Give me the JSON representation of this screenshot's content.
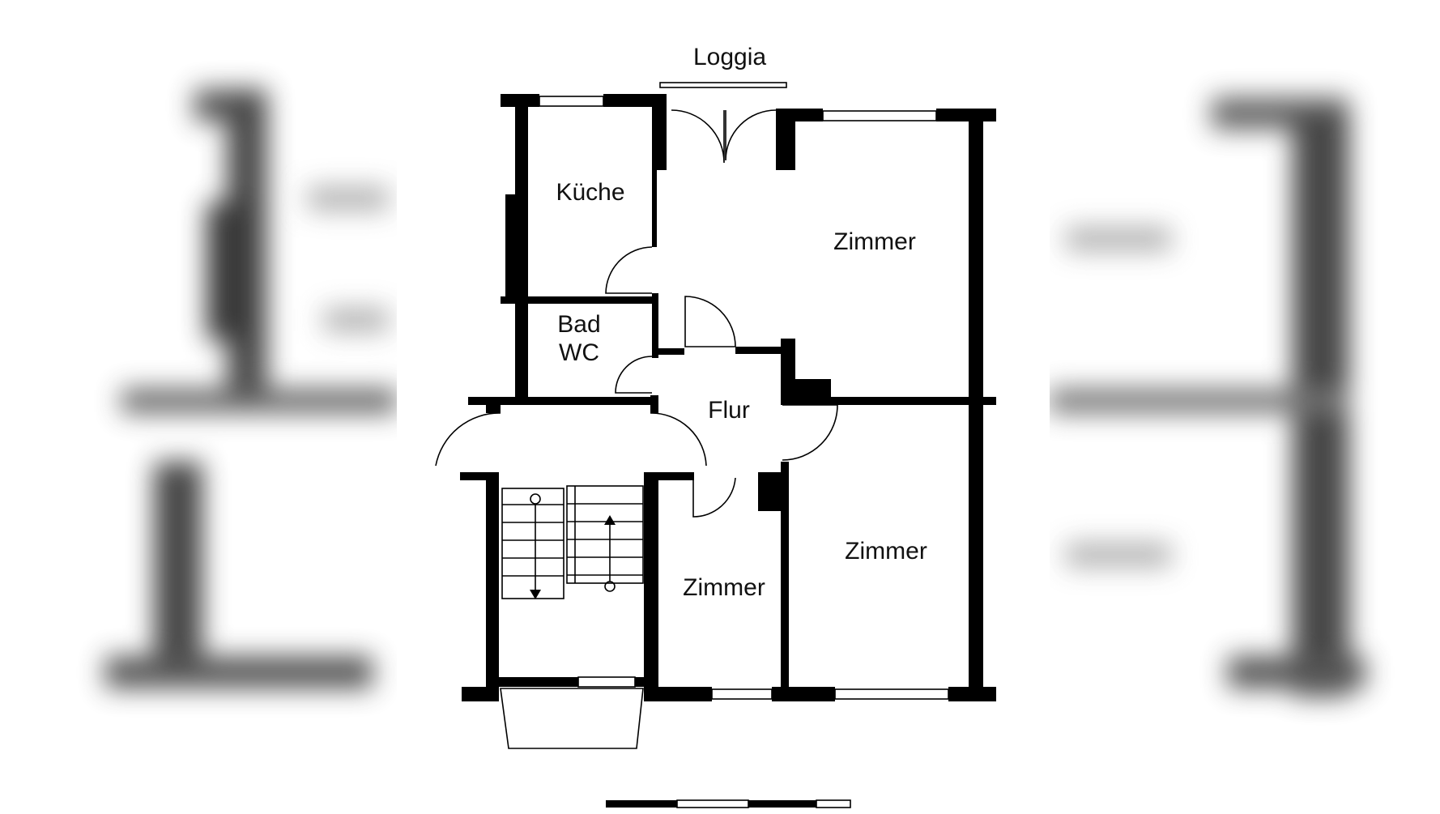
{
  "plan": {
    "rooms": {
      "loggia": "Loggia",
      "kueche": "Küche",
      "zimmer_top": "Zimmer",
      "bad": "Bad",
      "wc": "WC",
      "flur": "Flur",
      "zimmer_bottom_right": "Zimmer",
      "zimmer_small": "Zimmer"
    }
  },
  "colors": {
    "wall": "#000000",
    "background": "#ffffff",
    "blur": "#555555"
  }
}
